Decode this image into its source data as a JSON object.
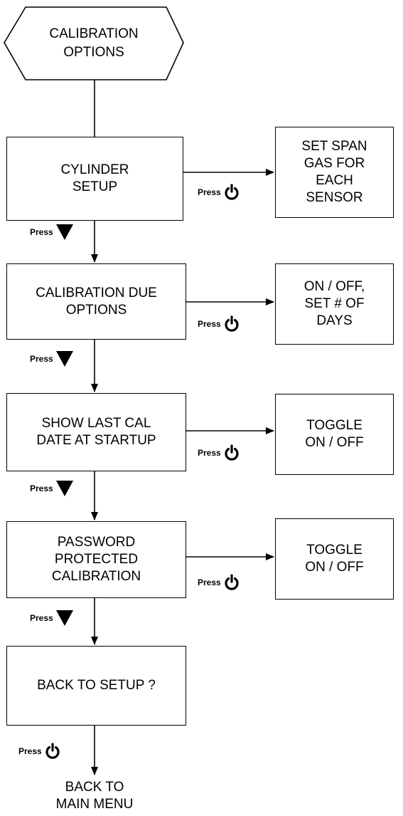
{
  "start": {
    "label": "CALIBRATION\nOPTIONS"
  },
  "menu": [
    {
      "label": "CYLINDER\nSETUP",
      "action": "SET SPAN\nGAS FOR\nEACH\nSENSOR"
    },
    {
      "label": "CALIBRATION DUE\nOPTIONS",
      "action": "ON / OFF,\nSET # OF\nDAYS"
    },
    {
      "label": "SHOW LAST CAL\nDATE AT STARTUP",
      "action": "TOGGLE\nON / OFF"
    },
    {
      "label": "PASSWORD\nPROTECTED\nCALIBRATION",
      "action": "TOGGLE\nON / OFF"
    },
    {
      "label": "BACK TO SETUP ?"
    }
  ],
  "press_text": "Press",
  "end": {
    "label": "BACK TO\nMAIN MENU"
  },
  "icons": {
    "power": "power-icon",
    "down": "down-triangle-icon"
  }
}
